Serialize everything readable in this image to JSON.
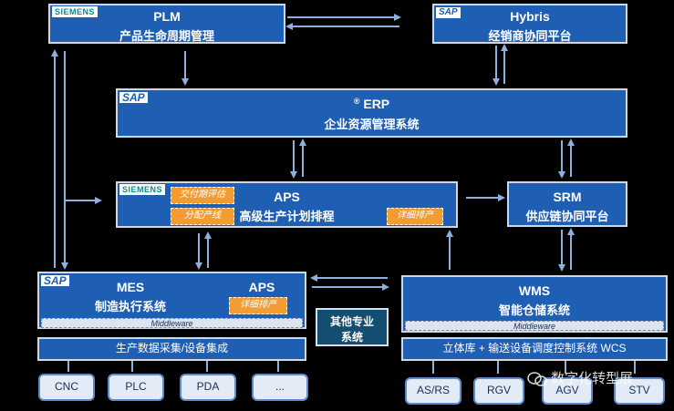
{
  "plm": {
    "logo": "SIEMENS",
    "title": "PLM",
    "subtitle": "产品生命周期管理"
  },
  "hybris": {
    "logo": "SAP",
    "title": "Hybris",
    "subtitle": "经销商协同平台"
  },
  "erp": {
    "logo": "SAP",
    "mark": "®",
    "title": "ERP",
    "subtitle": "企业资源管理系统"
  },
  "aps": {
    "logo": "SIEMENS",
    "title": "APS",
    "subtitle": "高级生产计划排程",
    "tags": [
      "交付期评估",
      "分配产线",
      "详细排产"
    ]
  },
  "srm": {
    "title": "SRM",
    "subtitle": "供应链协同平台"
  },
  "mes": {
    "logo": "SAP",
    "title": "MES",
    "subtitle": "制造执行系统",
    "aps_title": "APS",
    "aps_tag": "详细排产",
    "middleware": "Middleware",
    "collect": "生产数据采集/设备集成",
    "devices": [
      "CNC",
      "PLC",
      "PDA",
      "..."
    ]
  },
  "wms": {
    "title": "WMS",
    "subtitle": "智能仓储系统",
    "middleware": "Middleware",
    "control": "立体库 + 输送设备调度控制系统 WCS",
    "devices": [
      "AS/RS",
      "RGV",
      "AGV",
      "STV"
    ]
  },
  "other": {
    "line1": "其他专业",
    "line2": "系统"
  },
  "watermark": {
    "icon": "wechat-icon",
    "text": "数字化转型展"
  },
  "colors": {
    "box": "#1f5fb3",
    "tag": "#f39c32",
    "arrow": "#8fb0dc",
    "background": "#000000"
  }
}
